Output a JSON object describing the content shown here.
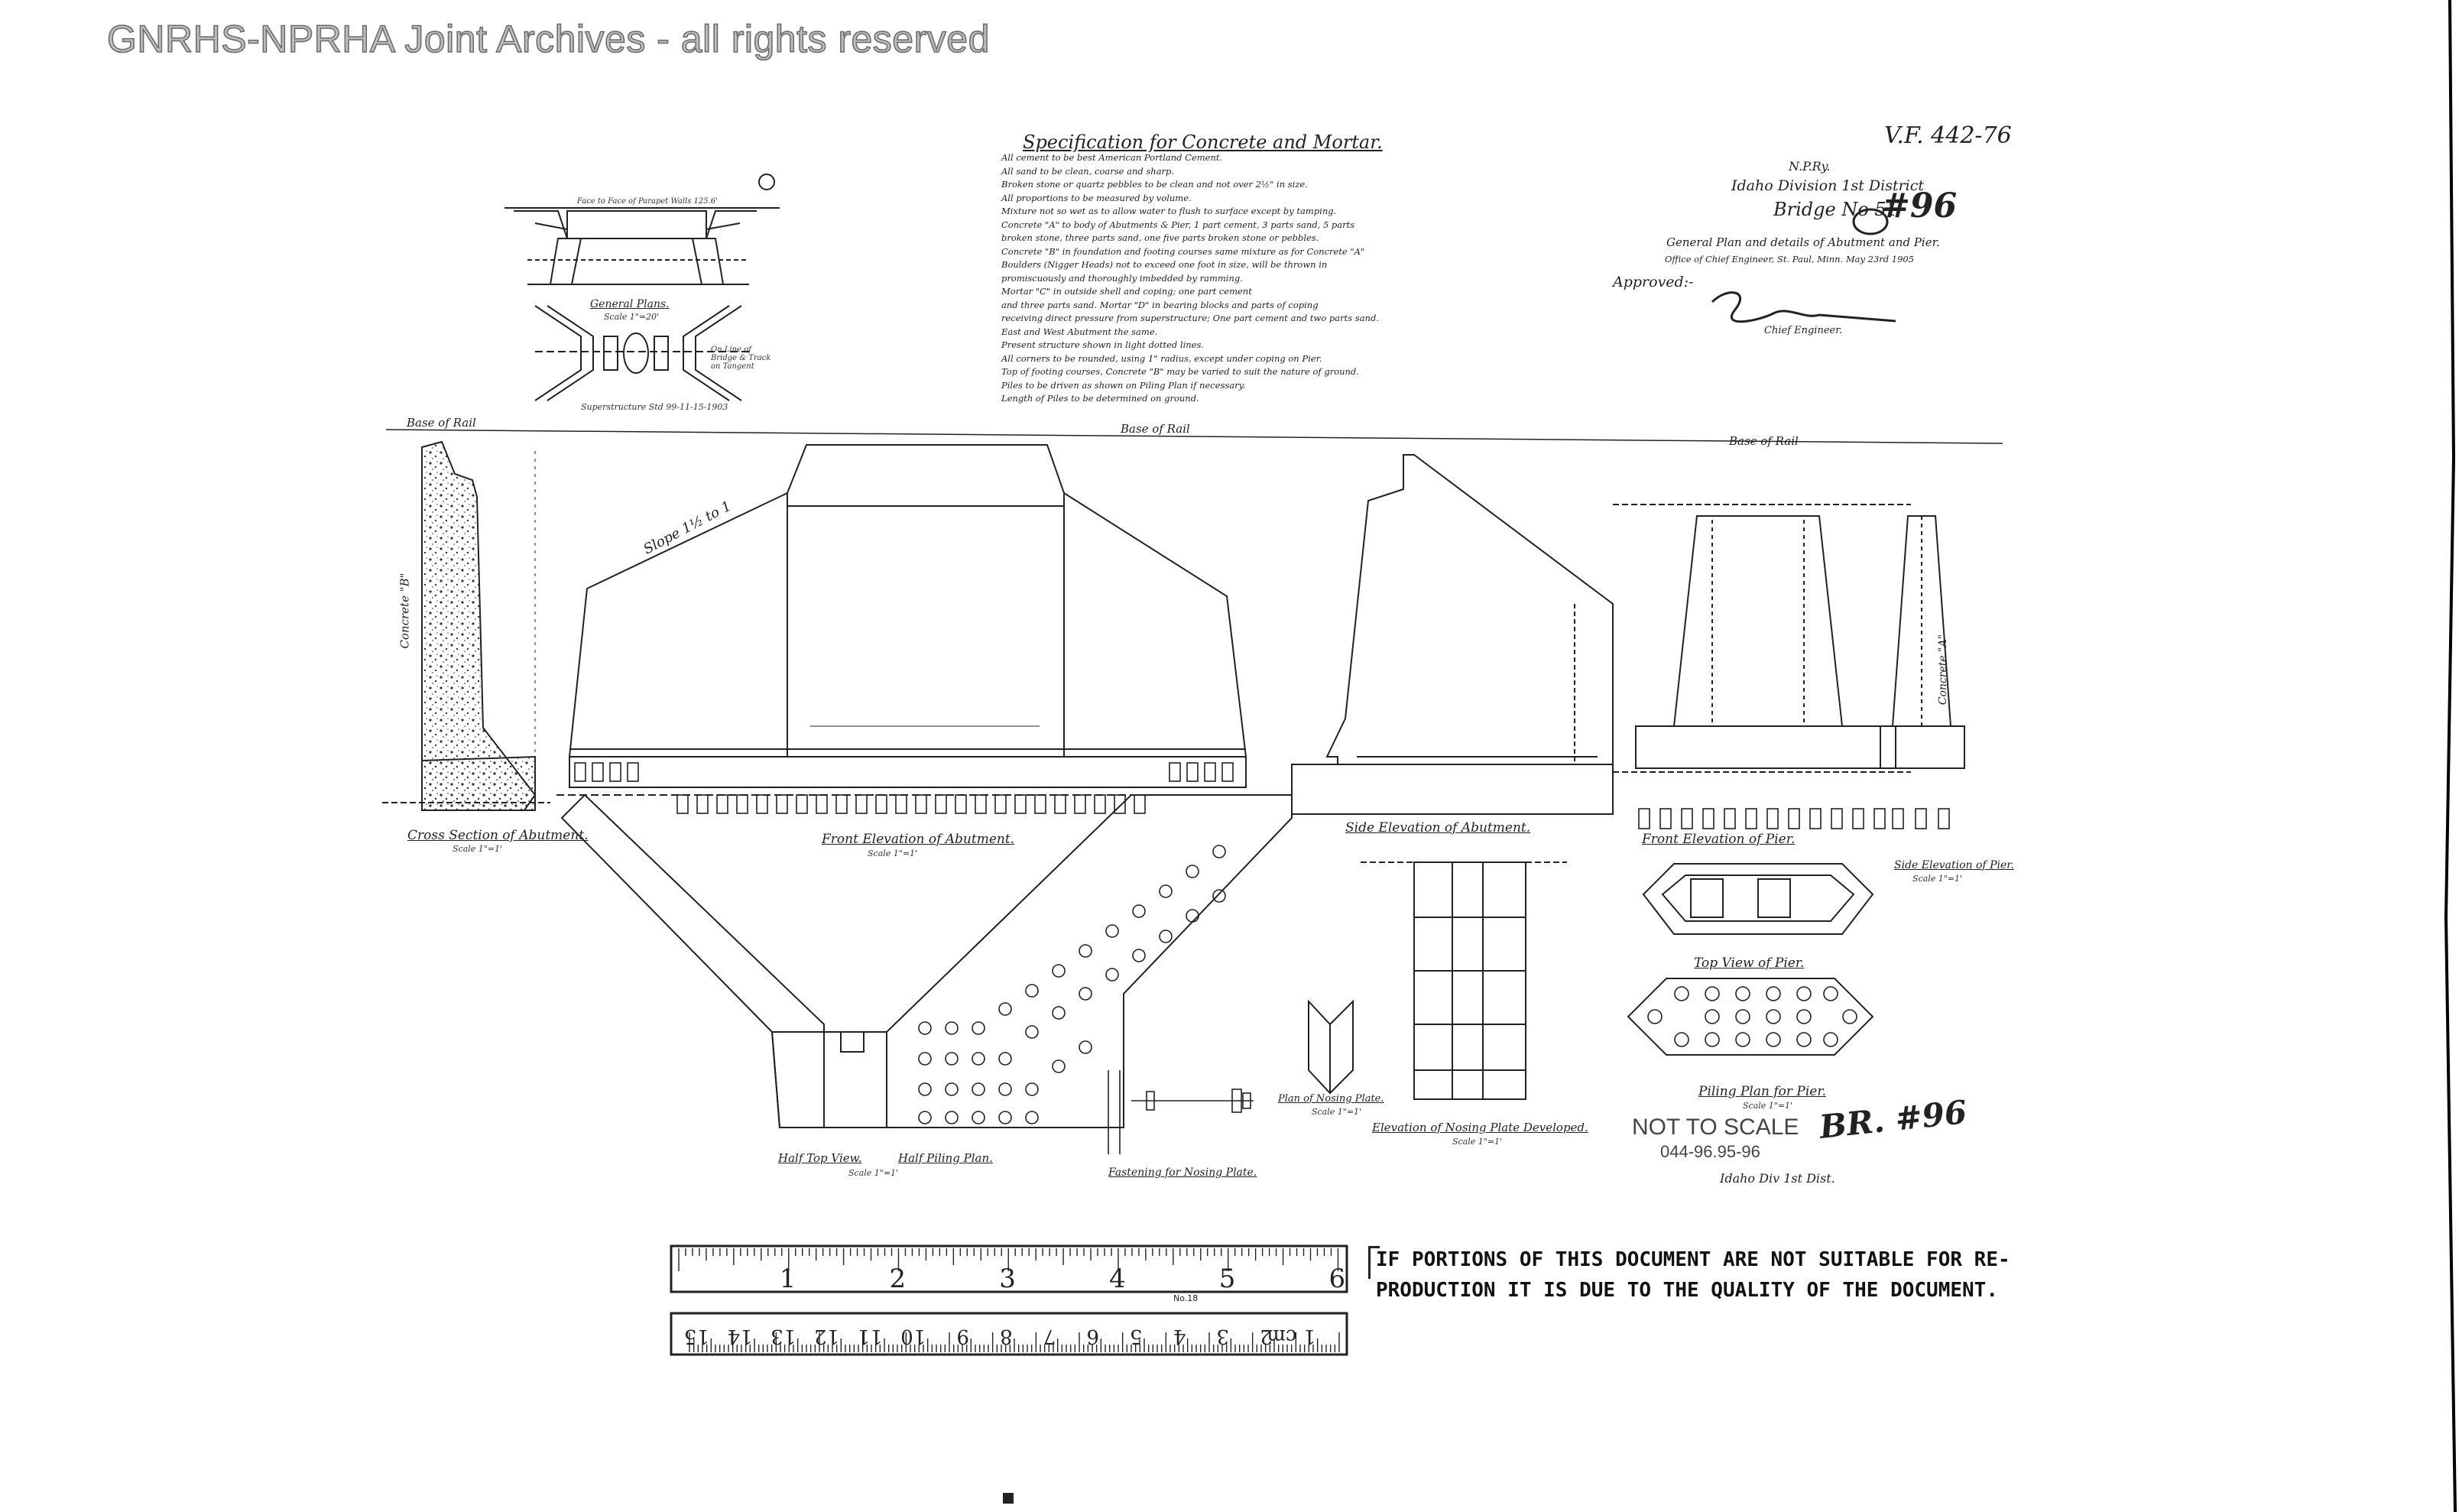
{
  "watermark": "GNRHS-NPRHA Joint Archives - all rights reserved",
  "spec": {
    "title": "Specification for Concrete and Mortar.",
    "lines": [
      "All cement to be best American Portland Cement.",
      "All sand to be clean, coarse and sharp.",
      "Broken stone or quartz pebbles to be clean and not over 2½\" in size.",
      "All proportions to be measured by volume.",
      "Mixture not so wet as to allow water to flush to surface except by tamping.",
      "Concrete \"A\" to body of Abutments & Pier, 1 part cement, 3 parts sand, 5 parts",
      "broken stone, three parts sand, one five parts broken stone or pebbles.",
      "Concrete \"B\" in foundation and footing courses same mixture as for Concrete \"A\"",
      "Boulders (Nigger Heads) not to exceed one foot in size, will be thrown in",
      "promiscuously and thoroughly imbedded by ramming.",
      "Mortar \"C\" in outside shell and coping; one part cement",
      "and three parts sand.  Mortar \"D\" in bearing blocks and parts of coping",
      "receiving direct pressure from superstructure; One part cement and two parts sand.",
      "East and West Abutment the same.",
      "Present structure shown in light dotted lines.",
      "All corners to be rounded, using 1\" radius, except under coping on Pier.",
      "Top of footing courses, Concrete \"B\" may be varied to suit the nature of ground.",
      "Piles to be driven as shown on Piling Plan if necessary.",
      "Length of Piles to be determined on ground."
    ]
  },
  "title_block": {
    "vf_number": "V.F. 442-76",
    "railway": "N.P.Ry.",
    "division": "Idaho Division 1st District",
    "bridge": "Bridge No 51",
    "bridge_hand": "#96",
    "desc1": "General Plan and details of Abutment and Pier.",
    "desc2": "Office of Chief Engineer, St. Paul, Minn. May 23rd 1905",
    "approved": "Approved:-",
    "chief": "Chief Engineer."
  },
  "plan_labels": {
    "general_plans": "General Plans.",
    "general_scale": "Scale 1\"=20'",
    "superstructure": "Superstructure Std 99-11-15-1903",
    "center_line": "On Line of Bridge & Track on Tangent",
    "face_of_parapet": "Face to Face of Parapet Walls 125.6'",
    "base_of_rail": "Base of Rail"
  },
  "view_labels": {
    "cross_section": "Cross Section of Abutment.",
    "cross_scale": "Scale 1\"=1'",
    "front_elev_abut": "Front Elevation of Abutment.",
    "front_elev_scale": "Scale 1\"=1'",
    "side_elev_abut": "Side Elevation of Abutment.",
    "front_elev_pier": "Front Elevation of Pier.",
    "side_elev_pier": "Side Elevation of Pier.",
    "side_pier_scale": "Scale 1\"=1'",
    "top_view_pier": "Top View of Pier.",
    "piling_plan_pier": "Piling Plan for Pier.",
    "piling_pier_scale": "Scale 1\"=1'",
    "half_top_view": "Half Top View.",
    "half_piling_plan": "Half Piling Plan.",
    "half_scale": "Scale 1\"=1'",
    "plan_nosing": "Plan of Nosing Plate.",
    "plan_nosing_scale": "Scale 1\"=1'",
    "elev_nosing": "Elevation of Nosing Plate Developed.",
    "elev_nosing_scale": "Scale 1\"=1'",
    "fastening": "Fastening for Nosing Plate.",
    "slope": "Slope 1½ to 1",
    "concrete_b": "Concrete \"B\"",
    "concrete_a": "Concrete \"A\"",
    "base_of_rail": "Base of Rail"
  },
  "stamps": {
    "not_to_scale": "NOT TO SCALE",
    "file_number": "044-96.95-96",
    "br_hand": "BR. #96",
    "idaho_hand": "Idaho Div 1st Dist."
  },
  "notice": {
    "line1": "IF PORTIONS OF THIS DOCUMENT ARE NOT SUITABLE FOR RE-",
    "line2": "PRODUCTION IT IS DUE TO THE QUALITY OF THE DOCUMENT."
  },
  "ruler": {
    "inch_labels": [
      "1",
      "2",
      "3",
      "4",
      "5",
      "6"
    ],
    "cm_labels": [
      "1 cm",
      "2",
      "3",
      "4",
      "5",
      "6",
      "7",
      "8",
      "9",
      "10",
      "11",
      "12",
      "13",
      "14",
      "15"
    ],
    "model": "No.18"
  }
}
